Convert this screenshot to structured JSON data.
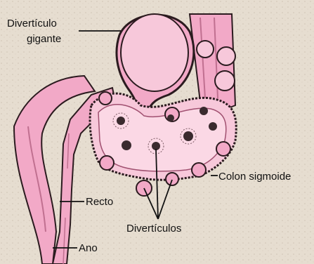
{
  "labels": {
    "giant_diverticulum_line1": "Divertículo",
    "giant_diverticulum_line2": "gigante",
    "sigmoid_colon": "Colon sigmoide",
    "rectum": "Recto",
    "anus": "Ano",
    "diverticula": "Divertículos"
  },
  "colors": {
    "background": "#e6ddd0",
    "tissue_pink": "#f2a9c7",
    "tissue_light": "#f7c8da",
    "wall_dark": "#2b1b1f",
    "diverticula_mouth": "#3a2a2e"
  }
}
